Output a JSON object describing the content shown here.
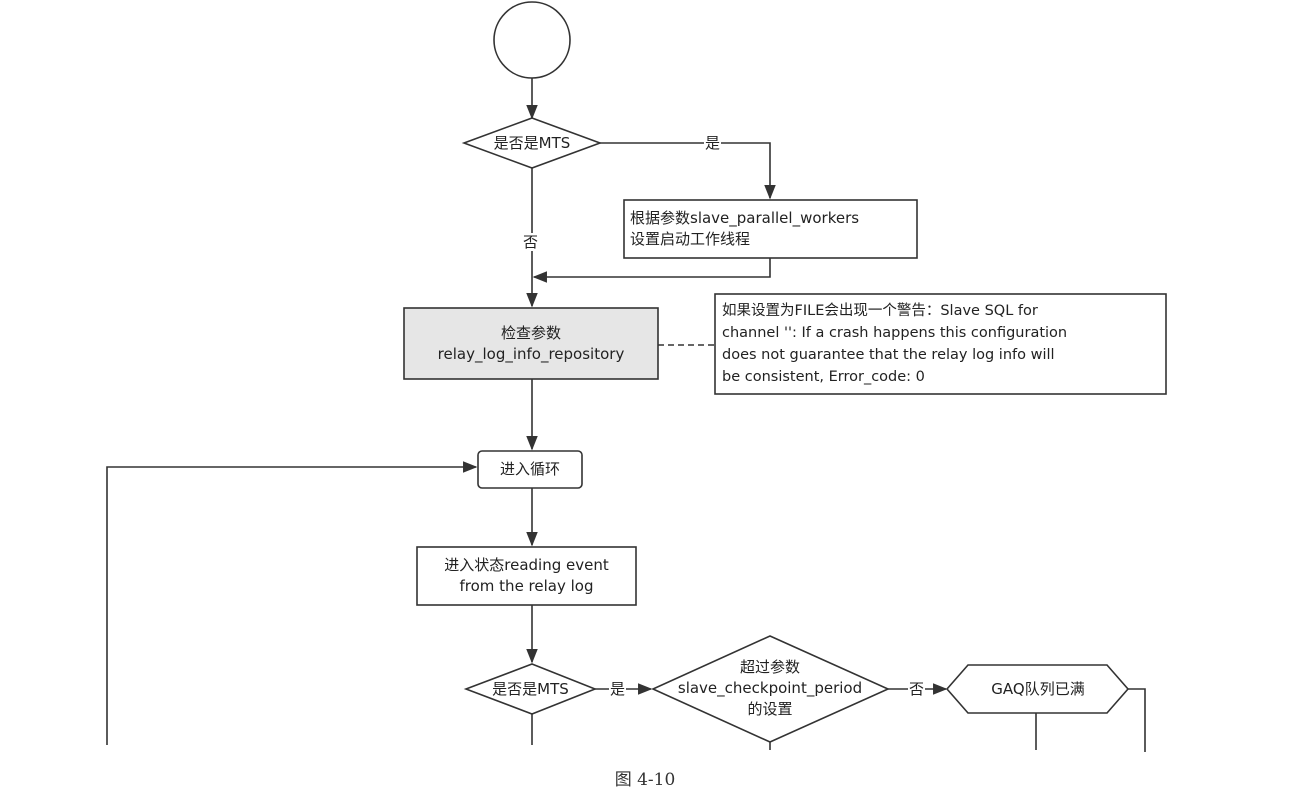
{
  "nodes": {
    "start": "",
    "mts_check_1": "是否是MTS",
    "set_workers": "根据参数slave_parallel_workers\n设置启动工作线程",
    "check_repo": "检查参数\nrelay_log_info_repository",
    "note_file": "如果设置为FILE会出现一个警告：Slave SQL for\nchannel '': If a crash happens this configuration\ndoes not guarantee that the relay log info will\nbe consistent, Error_code: 0",
    "enter_loop": "进入循环",
    "reading_event": "进入状态reading event\nfrom the relay log",
    "mts_check_2": "是否是MTS",
    "checkpoint_period": "超过参数\nslave_checkpoint_period\n的设置",
    "gaq_full": "GAQ队列已满"
  },
  "edges": {
    "mts1_yes": "是",
    "mts1_no": "否",
    "mts2_yes": "是",
    "checkpoint_no": "否"
  },
  "caption": "图 4-10"
}
